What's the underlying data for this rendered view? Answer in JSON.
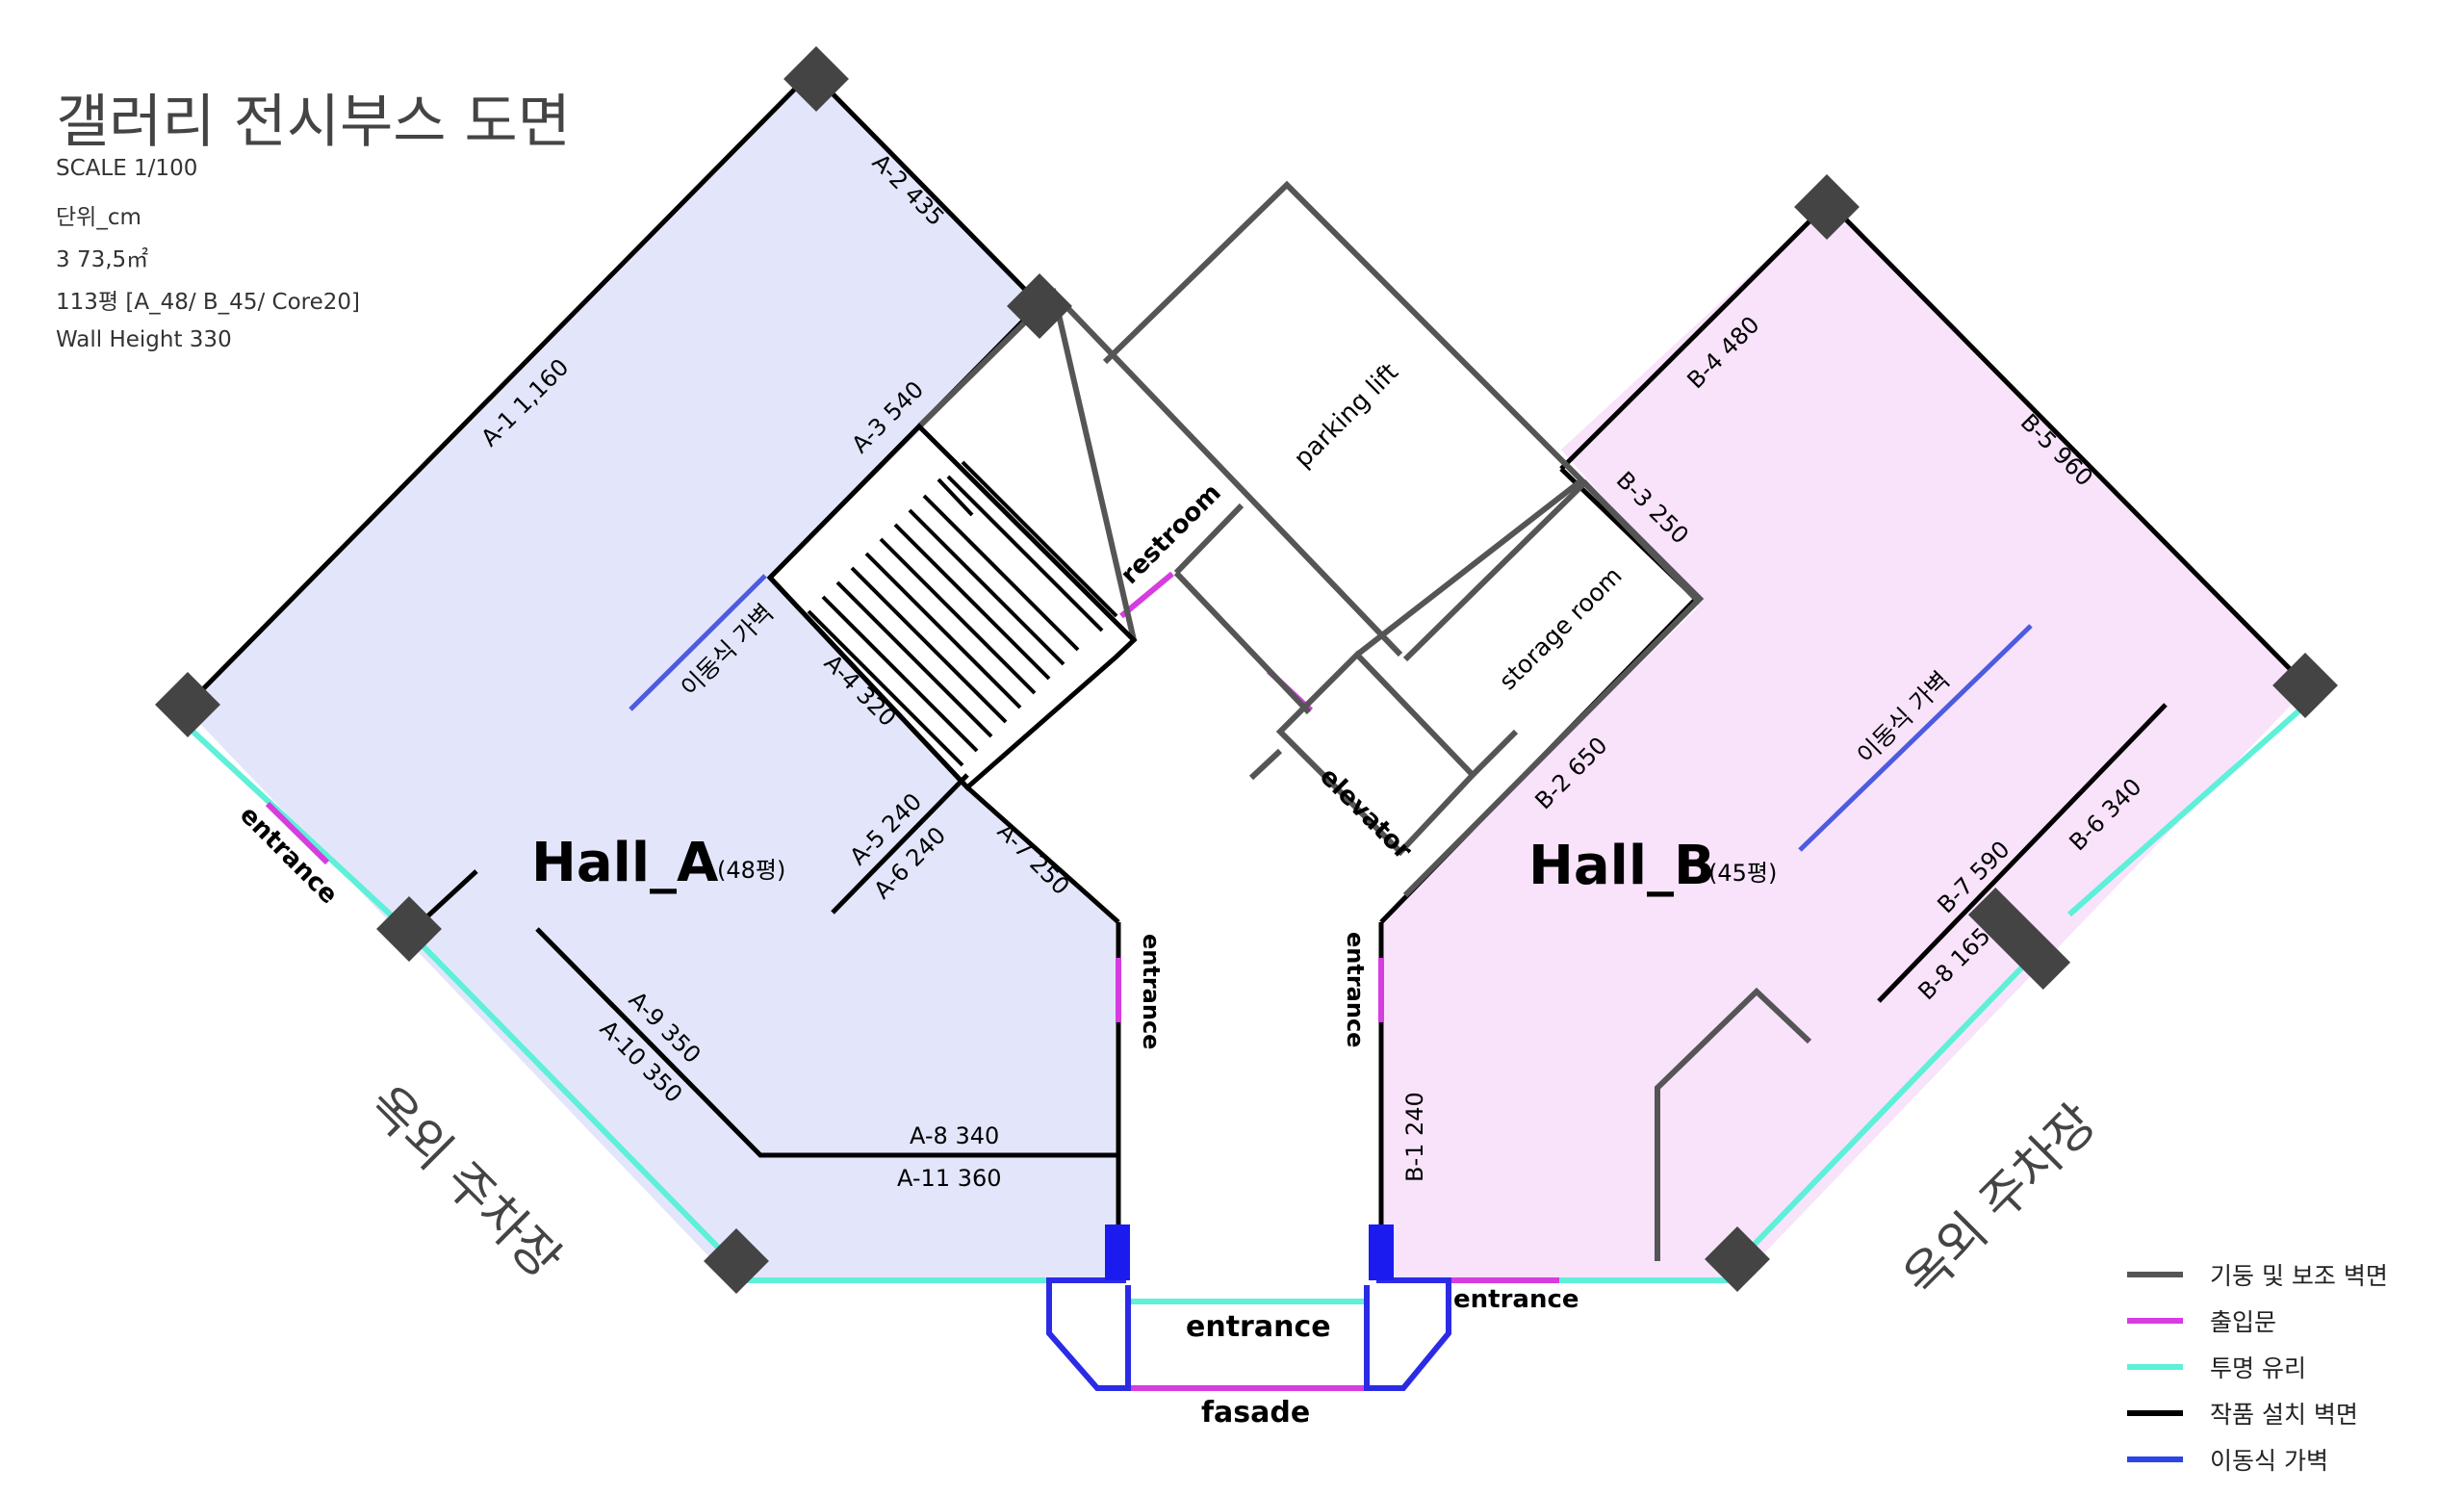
{
  "title": "갤러리 전시부스 도면",
  "info": [
    "SCALE 1/100",
    "단위_cm",
    "3 73,5㎡",
    "113평 [A_48/ B_45/ Core20]",
    "Wall Height 330"
  ],
  "halls": {
    "a": {
      "name": "Hall_A",
      "size": "(48평)"
    },
    "b": {
      "name": "Hall_B",
      "size": "(45평)"
    }
  },
  "rooms": {
    "restroom": "restroom",
    "parking_lift": "parking lift",
    "storage_room": "storage room",
    "elevator": "elevator",
    "fasade": "fasade"
  },
  "entrances": {
    "left": "entrance",
    "hall_a": "entrance",
    "hall_b": "entrance",
    "center": "entrance",
    "right": "entrance"
  },
  "parking": {
    "left": "옥외 주차장",
    "right": "옥외 주차장"
  },
  "movable_wall": {
    "a": "이동식 가벽",
    "b": "이동식 가벽"
  },
  "walls": {
    "a1": "A-1 1,160",
    "a2": "A-2 435",
    "a3": "A-3 540",
    "a4": "A-4 320",
    "a5": "A-5 240",
    "a6": "A-6 240",
    "a7": "A-7 250",
    "a8": "A-8 340",
    "a9": "A-9 350",
    "a10": "A-10 350",
    "a11": "A-11 360",
    "b1": "B-1 240",
    "b2": "B-2 650",
    "b3": "B-3 250",
    "b4": "B-4 480",
    "b5": "B-5 960",
    "b6": "B-6 340",
    "b7": "B-7 590",
    "b8": "B-8 165"
  },
  "legend": [
    {
      "label": "기둥 및 보조 벽면",
      "color": "#555555"
    },
    {
      "label": "출입문",
      "color": "#d63ce0"
    },
    {
      "label": "투명 유리",
      "color": "#5ef0d8"
    },
    {
      "label": "작품 설치 벽면",
      "color": "#000000"
    },
    {
      "label": "이동식 가벽",
      "color": "#2b45e6"
    }
  ],
  "colors": {
    "hall_a_fill": "#e3e6fb",
    "hall_b_fill": "#f8e3fb",
    "glass": "#5ef0d8",
    "door": "#d63ce0",
    "movable": "#4d5be0",
    "column": "#444444",
    "structure": "#555555"
  }
}
